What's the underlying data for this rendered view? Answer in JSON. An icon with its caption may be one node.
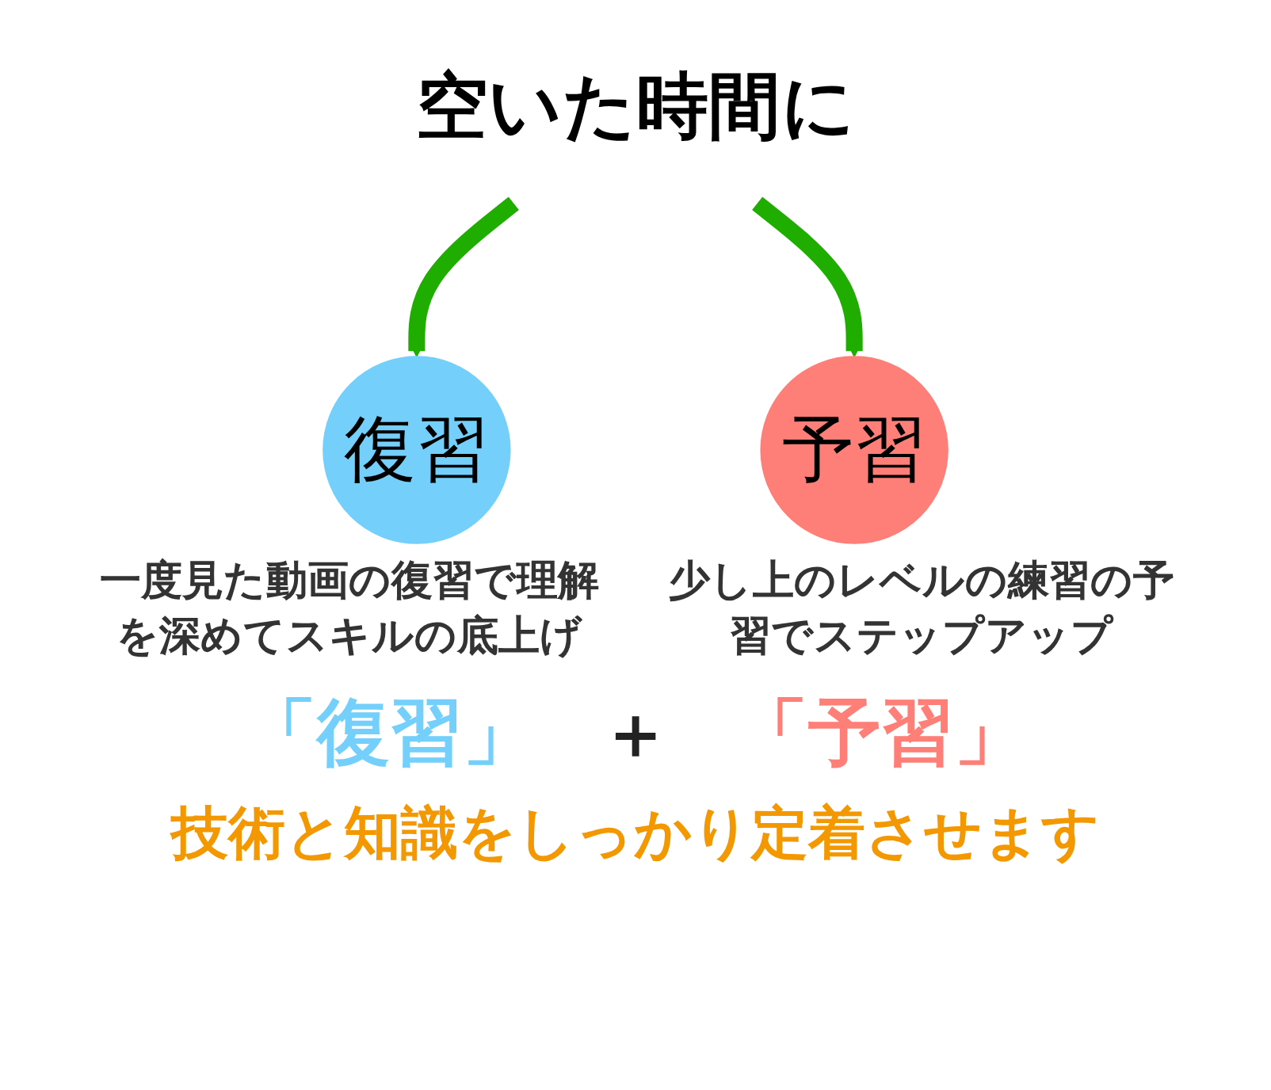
{
  "diagram": {
    "nodes": [
      {
        "text": [
          "空いた時間に"
        ]
      },
      {
        "text": [
          "復習"
        ],
        "beside": [
          "一度見た動画の復習で理解を深めてスキルの底上げ"
        ]
      },
      {
        "text": [
          "予習"
        ],
        "beside": [
          "少し上のレベルの練習の予習でステップアップ"
        ]
      }
    ],
    "edges": [
      {
        "from": 0,
        "to": 1,
        "arrow": "to"
      },
      {
        "from": 0,
        "to": 2,
        "arrow": "to"
      }
    ],
    "labels": [
      "「復習」",
      "＋",
      "「予習」",
      "技術と知識をしっかり定着させます"
    ]
  }
}
